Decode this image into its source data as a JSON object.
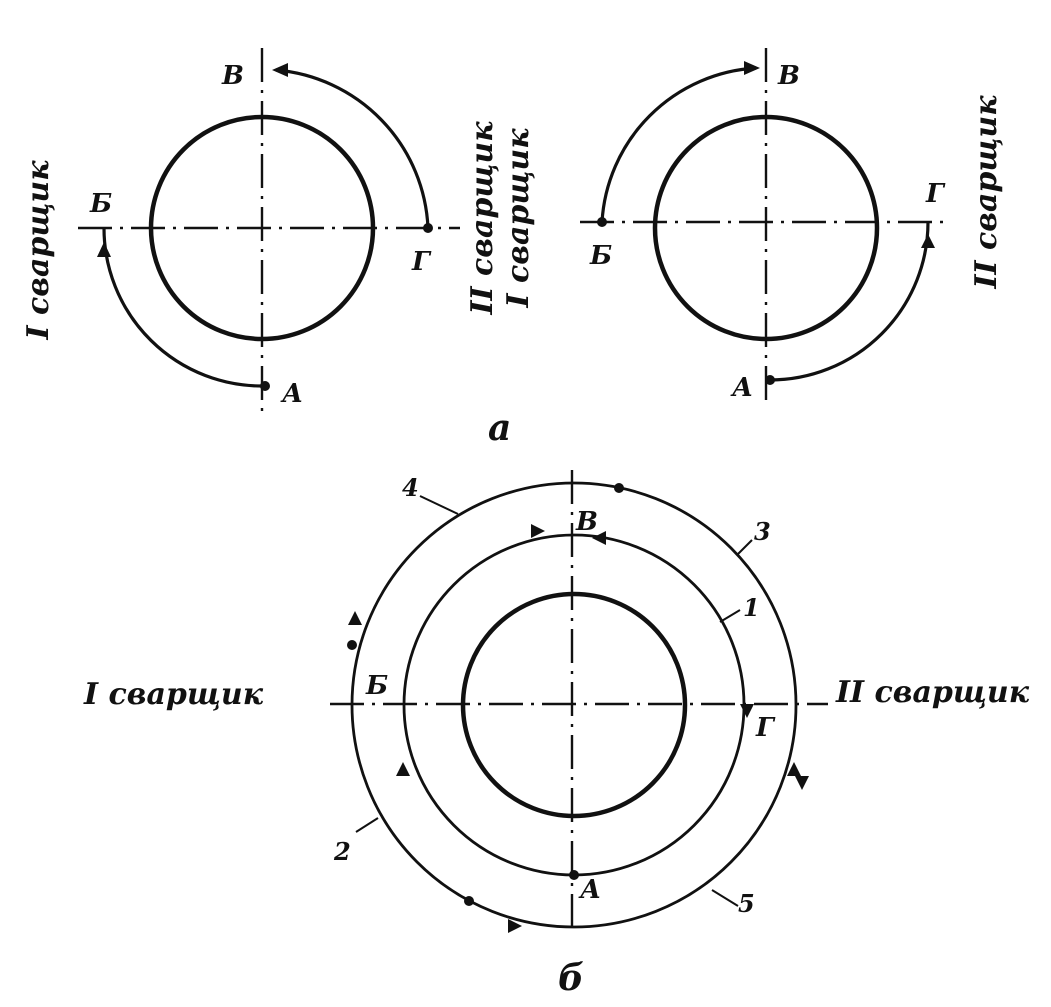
{
  "figure_a": {
    "caption": "а",
    "left": {
      "points": {
        "top": "В",
        "left": "Б",
        "right": "Г",
        "bottom": "А"
      },
      "welder_left": "I сварщик",
      "welder_right": "II сварщик"
    },
    "right": {
      "points": {
        "top": "В",
        "left": "Б",
        "right": "Г",
        "bottom": "А"
      },
      "welder_left": "I сварщик",
      "welder_right": "II сварщик"
    }
  },
  "figure_b": {
    "caption": "б",
    "points": {
      "top": "В",
      "left": "Б",
      "right": "Г",
      "bottom": "А"
    },
    "welder_left": "I сварщик",
    "welder_right": "II сварщик",
    "pass_numbers": [
      "1",
      "2",
      "3",
      "4",
      "5"
    ]
  }
}
